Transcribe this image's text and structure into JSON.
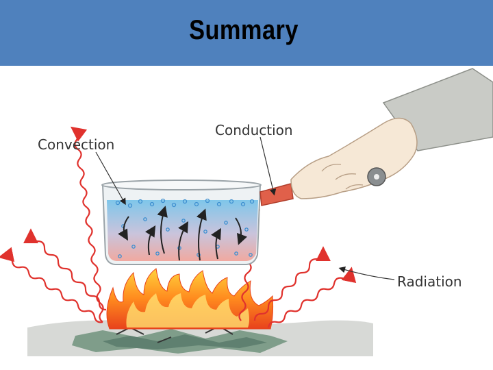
{
  "title": "Summary",
  "labels": {
    "convection": "Convection",
    "conduction": "Conduction",
    "radiation": "Radiation"
  },
  "colors": {
    "header": "#4f81bd",
    "radiation_wave": "#e0322d",
    "handle": "#e0604a",
    "water_top": "#7fc6ea",
    "water_bottom": "#f0a9a0"
  }
}
